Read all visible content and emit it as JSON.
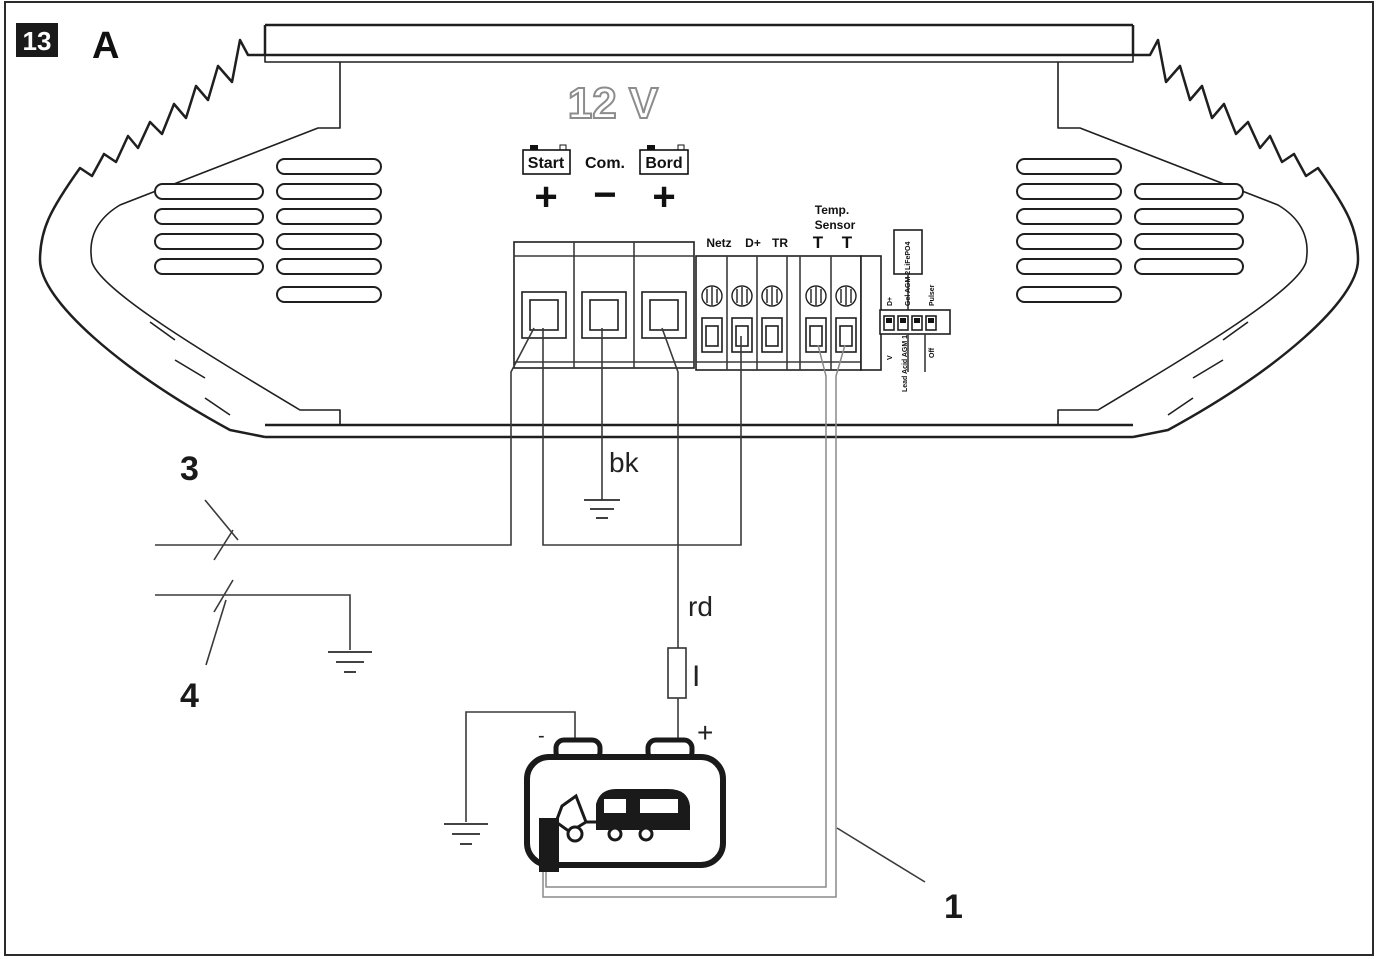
{
  "figure": {
    "number": "13",
    "panel": "A"
  },
  "device": {
    "voltage": "12 V",
    "main_terminals": [
      {
        "label": "Start",
        "sign": "+"
      },
      {
        "label": "Com.",
        "sign": "−"
      },
      {
        "label": "Bord",
        "sign": "+"
      }
    ],
    "aux_terminals": [
      "Netz",
      "D+",
      "TR"
    ],
    "temp_sensor": {
      "label_line1": "Temp.",
      "label_line2": "Sensor",
      "pins": [
        "T",
        "T"
      ]
    },
    "dip_switch": {
      "top_label": "LiFePO4",
      "labels_upper": [
        "D+",
        "Gel AGM 2",
        "Pulser"
      ],
      "labels_lower": [
        "V",
        "Lead Acid AGM 1",
        "Off"
      ]
    }
  },
  "wires": {
    "ground_label": "bk",
    "positive_label": "rd",
    "fuse_label": "I"
  },
  "battery": {
    "minus": "-",
    "plus": "+"
  },
  "callouts": [
    "1",
    "3",
    "4"
  ]
}
